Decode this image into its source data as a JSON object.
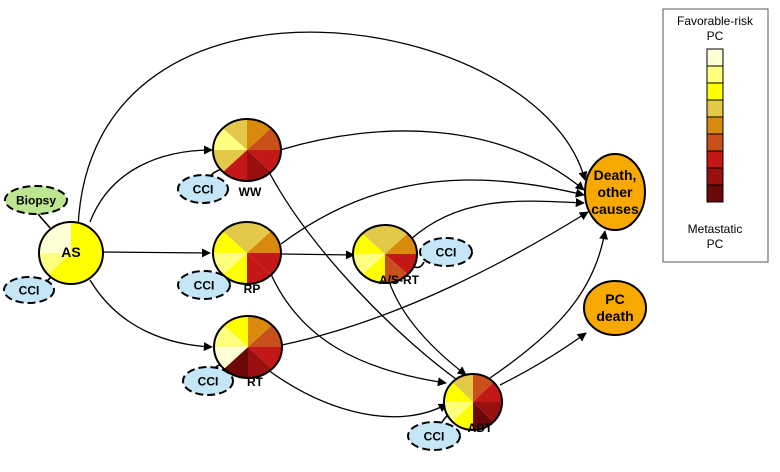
{
  "colors": {
    "scale": [
      "#ffffd6",
      "#ffff80",
      "#ffff00",
      "#e3c84a",
      "#d98a0c",
      "#c8501a",
      "#c41818",
      "#9a1010",
      "#6b0808"
    ],
    "cci_fill": "#c5e6f7",
    "biopsy_fill": "#bde690",
    "outcome_fill": "#f8a900",
    "stroke": "#000000"
  },
  "nodes": {
    "as": "AS",
    "biopsy": "Biopsy",
    "ww": "WW",
    "rp": "RP",
    "rt": "RT",
    "asrt": "A/S-RT",
    "adt": "ADT",
    "cci": "CCI",
    "death_other": [
      "Death,",
      "other",
      "causes"
    ],
    "pc_death": [
      "PC",
      "death"
    ]
  },
  "legend": {
    "top_label": [
      "Favorable-risk",
      "PC"
    ],
    "bottom_label": [
      "Metastatic",
      "PC"
    ]
  }
}
